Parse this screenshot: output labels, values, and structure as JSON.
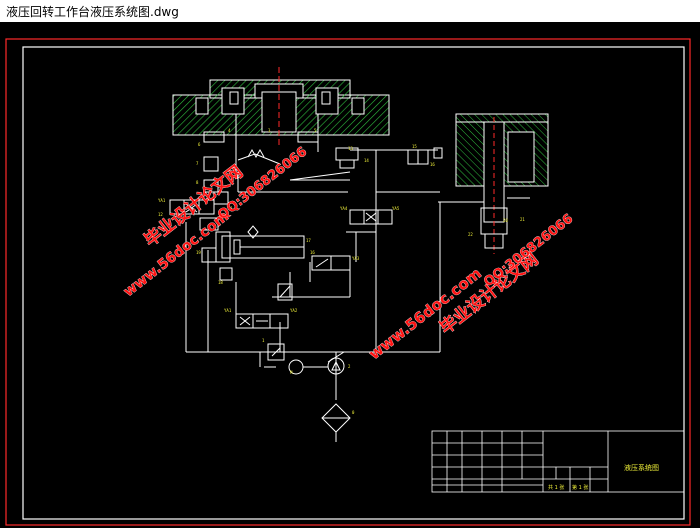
{
  "window": {
    "title": "液压回转工作台液压系统图.dwg"
  },
  "colors": {
    "canvas": "#000000",
    "frame": "#ff2a2a",
    "line": "#ffffff",
    "hatch": "#2fbf3f",
    "label": "#f2f23a",
    "watermark": "#ff1414"
  },
  "watermarks": {
    "site": "www.56doc.com",
    "shop": "毕业设计论文网",
    "qq": "QQ:306826066"
  },
  "title_block": {
    "drawing_name": "液压系统图",
    "sheet_total": "共 1 张",
    "sheet_no": "第 1 张"
  }
}
